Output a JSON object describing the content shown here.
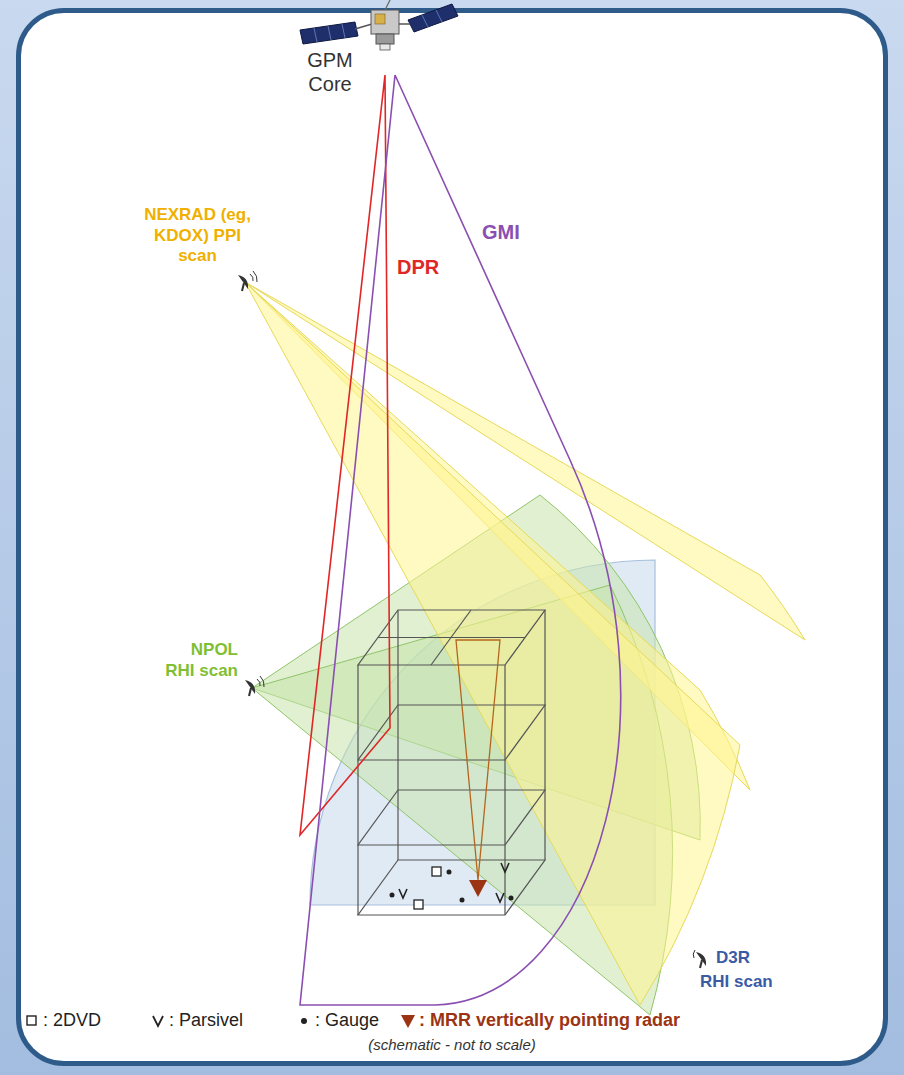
{
  "diagram": {
    "caption": "(schematic - not to scale)",
    "labels": [
      "GPM Core",
      "GMI",
      "DPR",
      "NEXRAD (eg, KDOX) PPI scan",
      "NPOL RHI scan",
      "D3R",
      "RHI scan"
    ],
    "legend": [
      {
        "text": ": 2DVD"
      },
      {
        "text": ": Parsivel"
      },
      {
        "text": ": Gauge"
      },
      {
        "text": ": MRR vertically pointing radar"
      }
    ]
  }
}
